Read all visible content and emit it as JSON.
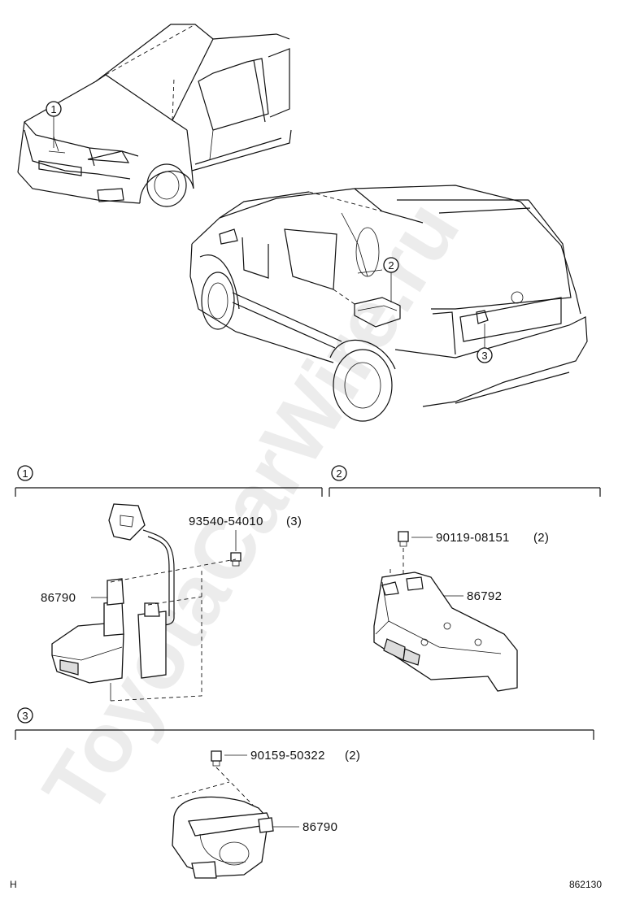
{
  "watermark": "ToyotaCarWire.ru",
  "overview": {
    "callouts": [
      "1",
      "2",
      "3"
    ]
  },
  "sections": [
    {
      "id": "1",
      "parts": [
        {
          "number": "93540-54010",
          "qty": "(3)"
        },
        {
          "number": "86790",
          "qty": ""
        }
      ]
    },
    {
      "id": "2",
      "parts": [
        {
          "number": "90119-08151",
          "qty": "(2)"
        },
        {
          "number": "86792",
          "qty": ""
        }
      ]
    },
    {
      "id": "3",
      "parts": [
        {
          "number": "90159-50322",
          "qty": "(2)"
        },
        {
          "number": "86790",
          "qty": ""
        }
      ]
    }
  ],
  "footer": {
    "left_code": "H",
    "drawing_number": "862130"
  }
}
